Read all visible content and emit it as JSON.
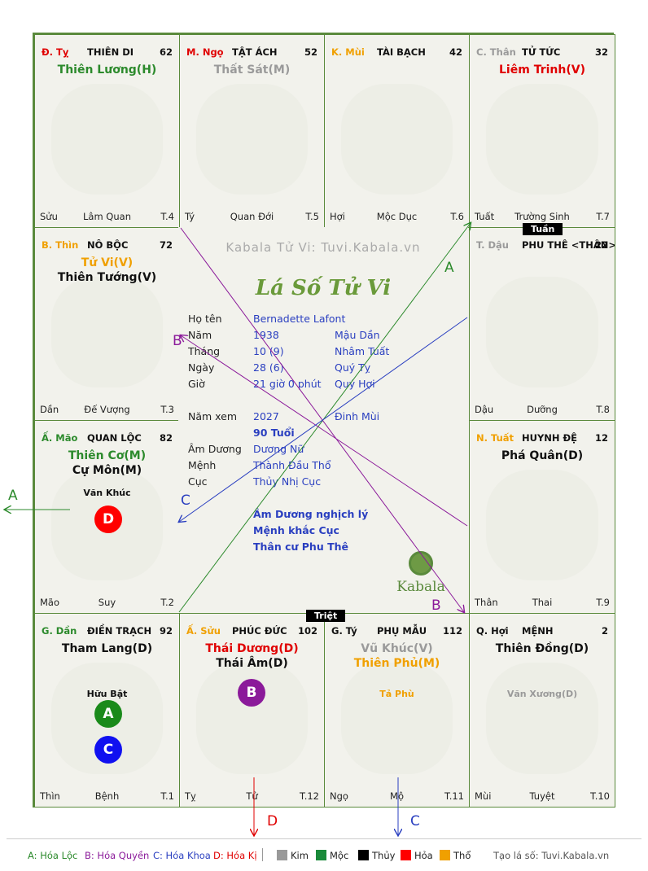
{
  "colors": {
    "green": "#2c8a2c",
    "red": "#e00000",
    "orange": "#f0a000",
    "gray": "#9a9a9a",
    "black": "#111111",
    "purple": "#8b1a9a",
    "blue": "#2a3fc0",
    "brand": "#5a8a3c"
  },
  "palaces": [
    {
      "id": "ty",
      "branch": "Đ. Tỵ",
      "branch_color": "#e00000",
      "name": "THIÊN DI",
      "age": "62",
      "stars": [
        {
          "text": "Thiên Lương(H)",
          "color": "#2c8a2c"
        }
      ],
      "foot_left": "Sửu",
      "foot_mid": "Lâm Quan",
      "foot_right": "T.4"
    },
    {
      "id": "ngo",
      "branch": "M. Ngọ",
      "branch_color": "#e00000",
      "name": "TẬT ÁCH",
      "age": "52",
      "stars": [
        {
          "text": "Thất Sát(M)",
          "color": "#9a9a9a"
        }
      ],
      "foot_left": "Tý",
      "foot_mid": "Quan Đới",
      "foot_right": "T.5"
    },
    {
      "id": "mui",
      "branch": "K. Mùi",
      "branch_color": "#f0a000",
      "name": "TÀI BẠCH",
      "age": "42",
      "stars": [],
      "foot_left": "Hợi",
      "foot_mid": "Mộc Dục",
      "foot_right": "T.6"
    },
    {
      "id": "than",
      "branch": "C. Thân",
      "branch_color": "#9a9a9a",
      "name": "TỬ TỨC",
      "age": "32",
      "stars": [
        {
          "text": "Liêm Trinh(V)",
          "color": "#e00000"
        }
      ],
      "foot_left": "Tuất",
      "foot_mid": "Trường Sinh",
      "foot_right": "T.7"
    },
    {
      "id": "thin",
      "branch": "B. Thìn",
      "branch_color": "#f0a000",
      "name": "NÔ BỘC",
      "age": "72",
      "stars": [
        {
          "text": "Tử Vi(V)",
          "color": "#f0a000"
        },
        {
          "text": "Thiên Tướng(V)",
          "color": "#111111"
        }
      ],
      "foot_left": "Dần",
      "foot_mid": "Đế Vượng",
      "foot_right": "T.3"
    },
    {
      "id": "dau",
      "branch": "T. Dậu",
      "branch_color": "#9a9a9a",
      "name": "PHU THÊ <THÂN>",
      "age": "22",
      "stars": [],
      "foot_left": "Dậu",
      "foot_mid": "Dưỡng",
      "foot_right": "T.8"
    },
    {
      "id": "mao",
      "branch": "Ấ. Mão",
      "branch_color": "#2c8a2c",
      "name": "QUAN LỘC",
      "age": "82",
      "stars": [
        {
          "text": "Thiên Cơ(M)",
          "color": "#2c8a2c"
        },
        {
          "text": "Cự Môn(M)",
          "color": "#111111"
        }
      ],
      "minor": "Văn Khúc",
      "minor_color": "#111111",
      "foot_left": "Mão",
      "foot_mid": "Suy",
      "foot_right": "T.2"
    },
    {
      "id": "tuat",
      "branch": "N. Tuất",
      "branch_color": "#f0a000",
      "name": "HUYNH ĐỆ",
      "age": "12",
      "stars": [
        {
          "text": "Phá Quân(D)",
          "color": "#111111"
        }
      ],
      "foot_left": "Thân",
      "foot_mid": "Thai",
      "foot_right": "T.9"
    },
    {
      "id": "dan",
      "branch": "G. Dần",
      "branch_color": "#2c8a2c",
      "name": "ĐIỀN TRẠCH",
      "age": "92",
      "stars": [
        {
          "text": "Tham Lang(D)",
          "color": "#111111"
        }
      ],
      "minor": "Hữu Bật",
      "minor_color": "#111111",
      "foot_left": "Thìn",
      "foot_mid": "Bệnh",
      "foot_right": "T.1"
    },
    {
      "id": "suu",
      "branch": "Ấ. Sửu",
      "branch_color": "#f0a000",
      "name": "PHÚC ĐỨC",
      "age": "102",
      "stars": [
        {
          "text": "Thái Dương(D)",
          "color": "#e00000"
        },
        {
          "text": "Thái Âm(D)",
          "color": "#111111"
        }
      ],
      "foot_left": "Tỵ",
      "foot_mid": "Tử",
      "foot_right": "T.12"
    },
    {
      "id": "ti",
      "branch": "G. Tý",
      "branch_color": "#111111",
      "name": "PHỤ MẪU",
      "age": "112",
      "stars": [
        {
          "text": "Vũ Khúc(V)",
          "color": "#9a9a9a"
        },
        {
          "text": "Thiên Phủ(M)",
          "color": "#f0a000"
        }
      ],
      "minor": "Tả Phù",
      "minor_color": "#f0a000",
      "foot_left": "Ngọ",
      "foot_mid": "Mộ",
      "foot_right": "T.11"
    },
    {
      "id": "hoi",
      "branch": "Q. Hợi",
      "branch_color": "#111111",
      "name": "MỆNH",
      "age": "2",
      "stars": [
        {
          "text": "Thiên Đồng(D)",
          "color": "#111111"
        }
      ],
      "minor": "Văn Xương(D)",
      "minor_color": "#9a9a9a",
      "foot_left": "Mùi",
      "foot_mid": "Tuyệt",
      "foot_right": "T.10"
    }
  ],
  "badges": {
    "mao_d": "D",
    "dan_a": "A",
    "dan_c": "C",
    "suu_b": "B"
  },
  "tags": {
    "tuan": "Tuần",
    "triet": "Triệt"
  },
  "center": {
    "watermark": "Kabala Tử Vi: Tuvi.Kabala.vn",
    "title": "Lá Số Tử Vi",
    "name_label": "Họ tên",
    "name_value": "Bernadette Lafont",
    "year_label": "Năm",
    "year_value": "1938",
    "year_canchi": "Mậu Dần",
    "month_label": "Tháng",
    "month_value": "10 (9)",
    "month_canchi": "Nhâm Tuất",
    "day_label": "Ngày",
    "day_value": "28 (6)",
    "day_canchi": "Quý Tỵ",
    "hour_label": "Giờ",
    "hour_value": "21 giờ 0 phút",
    "hour_canchi": "Quý Hợi",
    "view_year_label": "Năm xem",
    "view_year_value": "2027",
    "view_year_canchi": "Đinh Mùi",
    "age_text": "90 Tuổi",
    "amduong_label": "Âm Dương",
    "amduong_value": "Dương Nữ",
    "menh_label": "Mệnh",
    "menh_value": "Thành Đầu Thổ",
    "cuc_label": "Cục",
    "cuc_value": "Thủy Nhị Cục",
    "note1": "Âm Dương nghịch lý",
    "note2": "Mệnh khắc Cục",
    "note3": "Thân cư Phu Thê",
    "logo_text": "Kabala"
  },
  "arrow_labels": {
    "a1": "A",
    "a2": "A",
    "b1": "B",
    "b2": "B",
    "c1": "C",
    "c2": "C",
    "d1": "D"
  },
  "legend": {
    "a": "A: Hóa Lộc",
    "b": "B: Hóa Quyền",
    "c": "C: Hóa Khoa",
    "d": "D: Hóa Kị",
    "kim": "Kim",
    "moc": "Mộc",
    "thuy": "Thủy",
    "hoa": "Hỏa",
    "tho": "Thổ",
    "site": "Tạo lá số: Tuvi.Kabala.vn",
    "kim_color": "#999999",
    "moc_color": "#1a8a3a",
    "thuy_color": "#000000",
    "hoa_color": "#ff0000",
    "tho_color": "#f0a000"
  }
}
